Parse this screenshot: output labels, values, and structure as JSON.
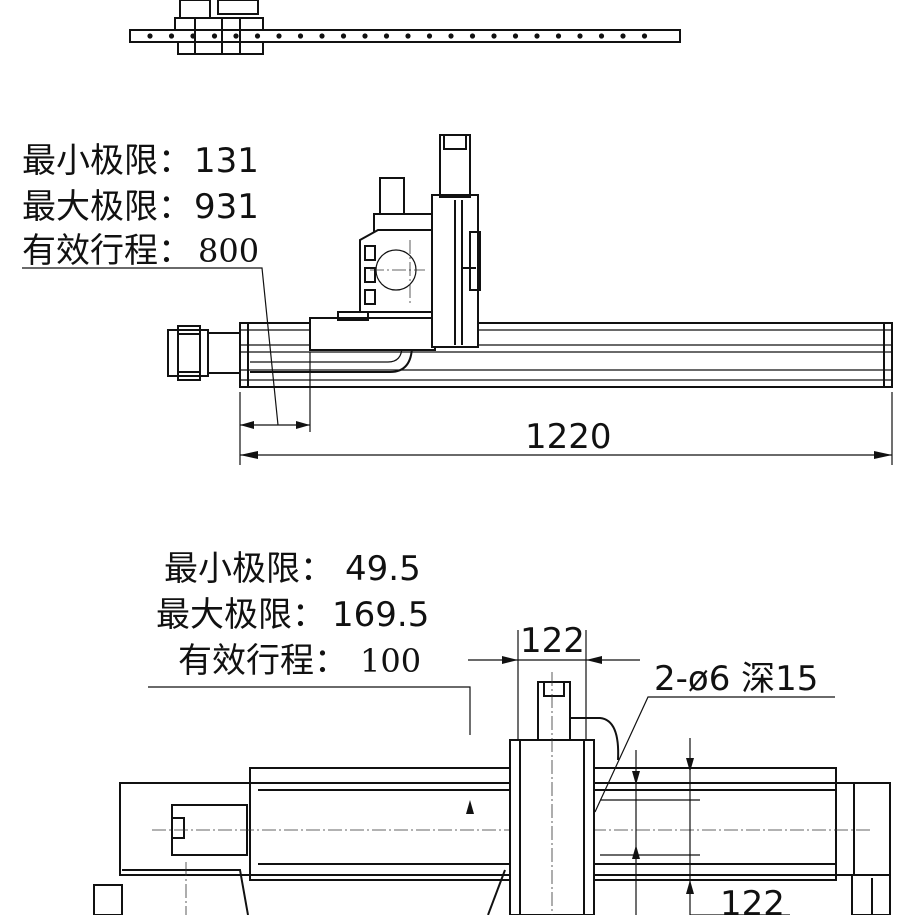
{
  "side_view": {
    "limits": {
      "min_label": "最小极限：",
      "min_value": "131",
      "max_label": "最大极限：",
      "max_value": "931",
      "stroke_label": "有效行程：",
      "stroke_value": "800"
    },
    "overall_length": "1220"
  },
  "end_view": {
    "limits": {
      "min_label": "最小极限：",
      "min_value": "49.5",
      "max_label": "最大极限：",
      "max_value": "169.5",
      "stroke_label": "有效行程：",
      "stroke_value": "100"
    },
    "carriage_width": "122",
    "hole_callout": "2-ø6 深15",
    "bottom_dim": "122"
  }
}
